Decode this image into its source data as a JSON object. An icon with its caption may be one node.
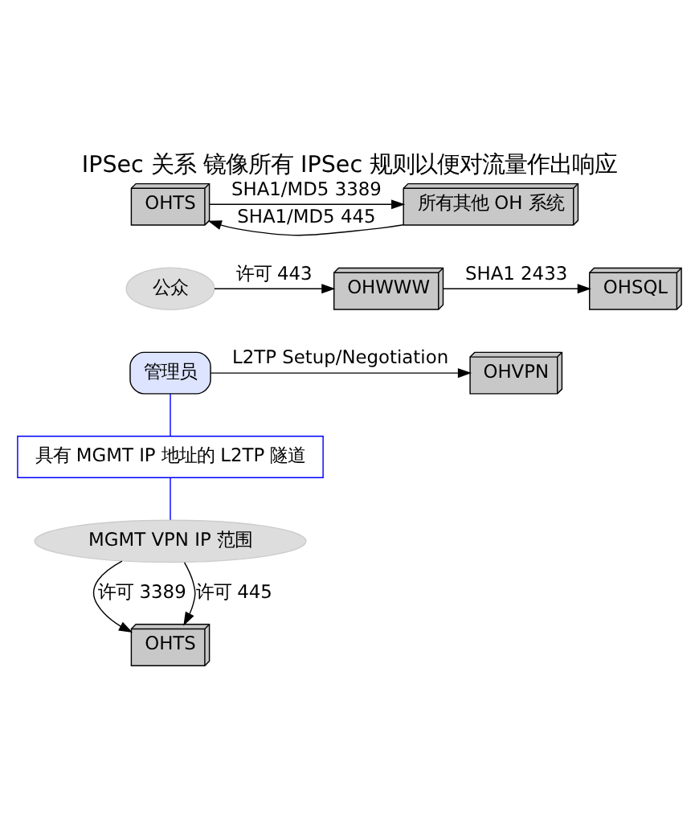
{
  "diagram": {
    "title": "IPSec 关系 镜像所有 IPSec 规则以便对流量作出响应",
    "nodes": [
      {
        "text": [
          "OHTS"
        ]
      },
      {
        "text": [
          "所有其他 OH 系统"
        ]
      },
      {
        "text": [
          "公众"
        ]
      },
      {
        "text": [
          "OHWWW"
        ]
      },
      {
        "text": [
          "OHSQL"
        ]
      },
      {
        "text": [
          "管理员"
        ]
      },
      {
        "text": [
          "具有 MGMT IP 地址的 L2TP 隧道"
        ]
      },
      {
        "text": [
          "OHVPN"
        ]
      },
      {
        "text": [
          "MGMT VPN IP 范围"
        ]
      },
      {
        "text": [
          "OHTS"
        ]
      }
    ],
    "edges": [
      {
        "from": 0,
        "to": 1,
        "arrow": "to",
        "label": "SHA1/MD5 3389"
      },
      {
        "from": 1,
        "to": 0,
        "arrow": "to",
        "label": "SHA1/MD5 445"
      },
      {
        "from": 2,
        "to": 3,
        "arrow": "to",
        "label": "许可 443"
      },
      {
        "from": 3,
        "to": 4,
        "arrow": "to",
        "label": "SHA1 2433"
      },
      {
        "from": 5,
        "to": 7,
        "arrow": "to",
        "label": "L2TP Setup/Negotiation"
      },
      {
        "from": 5,
        "to": 6,
        "arrow": "none",
        "color": "#0000ff"
      },
      {
        "from": 6,
        "to": 8,
        "arrow": "none",
        "color": "#0000ff"
      },
      {
        "from": 8,
        "to": 9,
        "arrow": "to",
        "label": "许可 3389"
      },
      {
        "from": 8,
        "to": 9,
        "arrow": "to",
        "label": "许可 445"
      }
    ]
  }
}
